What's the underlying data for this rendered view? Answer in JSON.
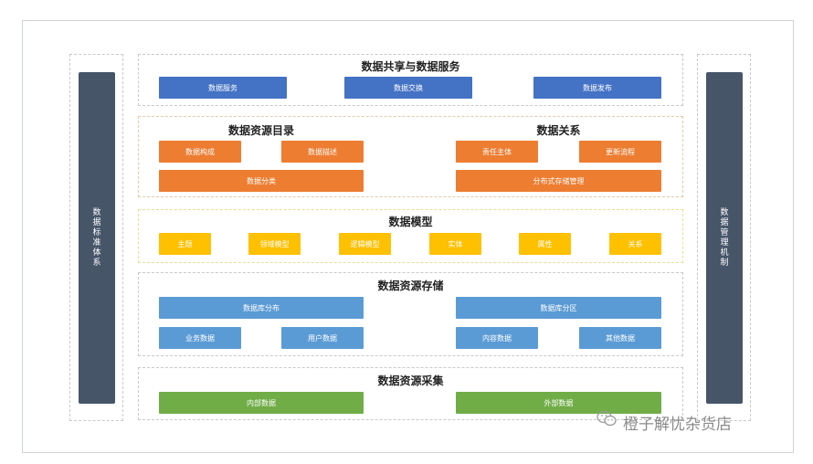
{
  "sidebars": {
    "left": "数据标准体系",
    "right": "数据管理机制"
  },
  "layers": {
    "sharing": {
      "title": "数据共享与数据服务",
      "items": [
        "数据服务",
        "数据交换",
        "数据发布"
      ]
    },
    "catalog": {
      "title": "数据资源目录",
      "items": [
        "数据构成",
        "数据描述",
        "数据分类"
      ]
    },
    "relations": {
      "title": "数据关系",
      "items": [
        "责任主体",
        "更新流程",
        "分布式存储管理"
      ]
    },
    "model": {
      "title": "数据模型",
      "items": [
        "主题",
        "领域模型",
        "逻辑模型",
        "实体",
        "属性",
        "关系"
      ]
    },
    "storage": {
      "title": "数据资源存储",
      "items": [
        "数据库分布",
        "数据库分区",
        "业务数据",
        "用户数据",
        "内容数据",
        "其他数据"
      ]
    },
    "collection": {
      "title": "数据资源采集",
      "items": [
        "内部数据",
        "外部数据"
      ]
    }
  },
  "watermark": {
    "icon": "wechat-icon",
    "text": "橙子解忧杂货店"
  },
  "colors": {
    "sidebar": "#475569",
    "sharing": "#4472c4",
    "catalog": "#ed7d31",
    "model": "#ffc000",
    "storage": "#5b9bd5",
    "collection": "#70ad47"
  }
}
